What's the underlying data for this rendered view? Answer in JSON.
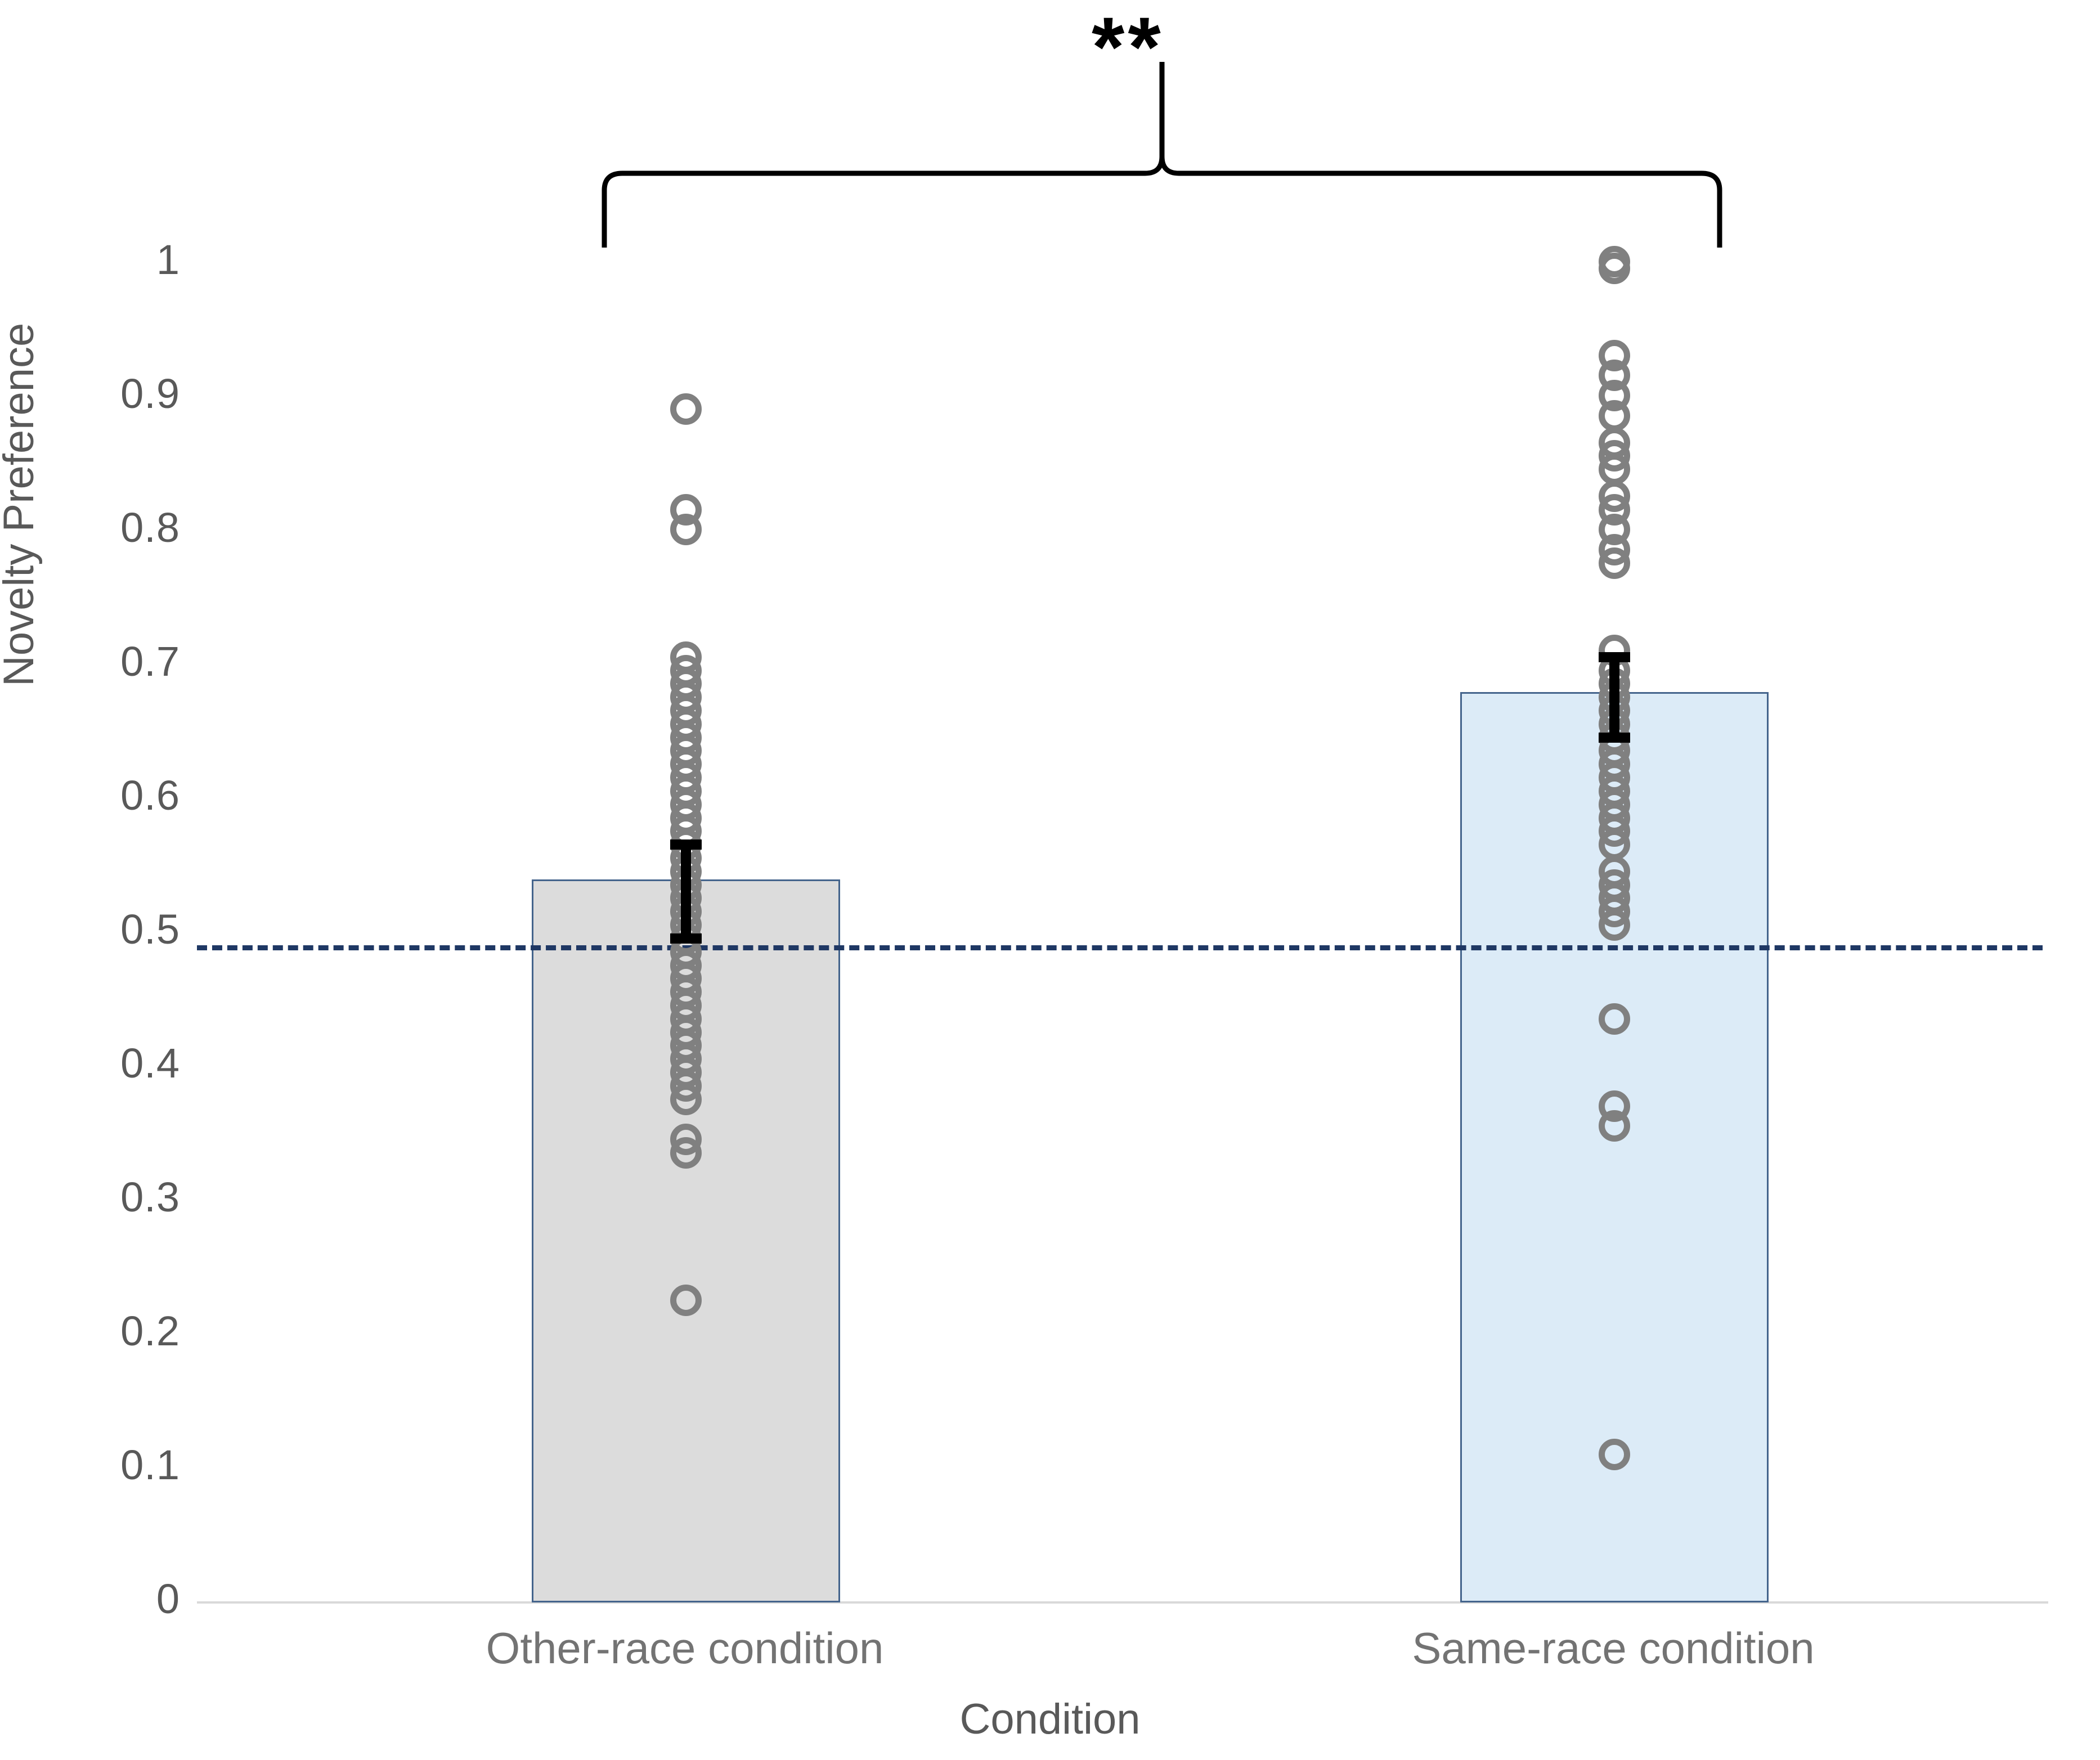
{
  "chart_data": {
    "type": "bar",
    "title": "",
    "xlabel": "Condition",
    "ylabel": "Novelty Preference",
    "categories": [
      "Other-race condition",
      "Same-race condition"
    ],
    "values": [
      0.53,
      0.67
    ],
    "error_bars": {
      "type": "standard-error",
      "lower": [
        0.495,
        0.645
      ],
      "upper": [
        0.565,
        0.705
      ]
    },
    "ylim": [
      0,
      1
    ],
    "yticks": [
      "1",
      "0.9",
      "0.8",
      "0.7",
      "0.6",
      "0.5",
      "0.4",
      "0.3",
      "0.2",
      "0.1",
      "0"
    ],
    "ytick_values": [
      1,
      0.9,
      0.8,
      0.7,
      0.6,
      0.5,
      0.4,
      0.3,
      0.2,
      0.1,
      0
    ],
    "grid": false,
    "legend": "none",
    "reference_line": {
      "value": 0.5,
      "style": "dashed",
      "color": "#1f3864",
      "label": ""
    },
    "annotations": {
      "significance_marker": "**",
      "bracket": "spans Other-race condition to Same-race condition"
    },
    "series": [
      {
        "name": "Other-race condition",
        "bar_value": 0.53,
        "point_style": "open-circle",
        "points": [
          0.89,
          0.815,
          0.8,
          0.705,
          0.695,
          0.685,
          0.675,
          0.665,
          0.655,
          0.645,
          0.635,
          0.625,
          0.615,
          0.605,
          0.595,
          0.585,
          0.575,
          0.565,
          0.555,
          0.545,
          0.535,
          0.525,
          0.515,
          0.505,
          0.495,
          0.485,
          0.475,
          0.465,
          0.455,
          0.445,
          0.435,
          0.425,
          0.415,
          0.405,
          0.395,
          0.385,
          0.375,
          0.345,
          0.335,
          0.225
        ]
      },
      {
        "name": "Same-race condition",
        "bar_value": 0.67,
        "point_style": "open-circle",
        "points": [
          1.0,
          0.995,
          0.93,
          0.915,
          0.9,
          0.885,
          0.865,
          0.855,
          0.845,
          0.825,
          0.815,
          0.8,
          0.785,
          0.775,
          0.71,
          0.695,
          0.685,
          0.675,
          0.665,
          0.655,
          0.645,
          0.635,
          0.625,
          0.615,
          0.605,
          0.595,
          0.585,
          0.575,
          0.565,
          0.545,
          0.535,
          0.525,
          0.515,
          0.505,
          0.435,
          0.37,
          0.355,
          0.11
        ]
      }
    ]
  },
  "colors": {
    "bar_other_fill": "#dcdcdc",
    "bar_same_fill": "#dcebf7",
    "bar_border": "#44648c",
    "point_stroke": "#808080",
    "reference_line": "#1f3864",
    "axis_text": "#595959",
    "tick_text": "#737373",
    "error_bar": "#000000"
  }
}
